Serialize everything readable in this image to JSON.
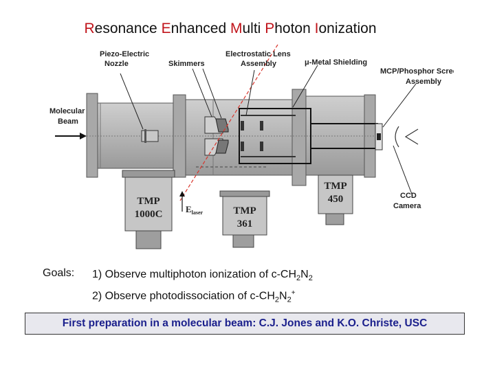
{
  "title": {
    "words": [
      {
        "cap": "R",
        "rest": "esonance"
      },
      {
        "cap": "E",
        "rest": "nhanced"
      },
      {
        "cap": "M",
        "rest": "ulti"
      },
      {
        "cap": "P",
        "rest": "hoton"
      },
      {
        "cap": "I",
        "rest": "onization"
      }
    ]
  },
  "diagram": {
    "labels": {
      "nozzle_1": "Piezo-Electric",
      "nozzle_2": "Nozzle",
      "skimmers": "Skimmers",
      "lens_1": "Electrostatic Lens",
      "lens_2": "Assembly",
      "shielding": "μ-Metal Shielding",
      "screen_1": "MCP/Phosphor Screen",
      "screen_2": "Assembly",
      "beam_1": "Molecular",
      "beam_2": "Beam",
      "ccd_1": "CCD",
      "ccd_2": "Camera",
      "elaser": "E",
      "elaser_sub": "laser"
    },
    "pumps": [
      {
        "line1": "TMP",
        "line2": "1000C"
      },
      {
        "line1": "TMP",
        "line2": "361"
      },
      {
        "line1": "TMP",
        "line2": "450"
      }
    ]
  },
  "goals": {
    "label": "Goals:",
    "items": [
      {
        "prefix": "1) Observe multiphoton ionization of c-CH",
        "s1": "2",
        "mid": "N",
        "s2": "2"
      },
      {
        "prefix": "2) Observe photodissociation of c-CH",
        "s1": "2",
        "mid": "N",
        "s2": "2",
        "sup": "+"
      }
    ]
  },
  "credit": "First preparation in a molecular beam: C.J. Jones and K.O. Christe, USC",
  "colors": {
    "title_accent": "#c0131a",
    "credit_text": "#1a1f8c",
    "laser": "#d9342b"
  }
}
